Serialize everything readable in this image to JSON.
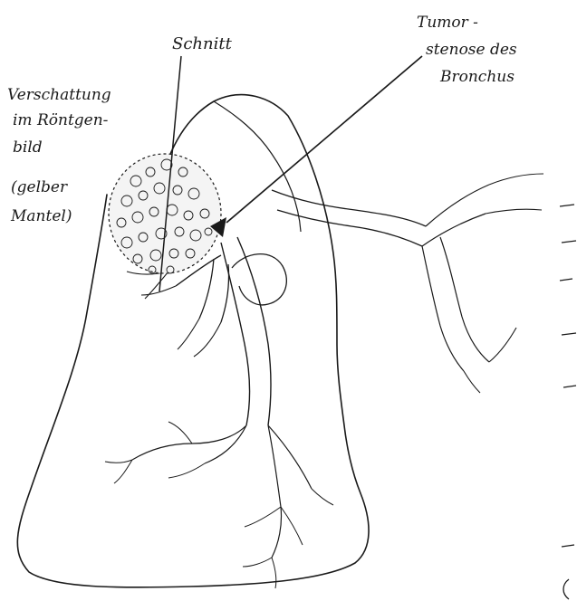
{
  "labels": {
    "schnitt": "Schnitt",
    "tumor_line1": "Tumor -",
    "tumor_line2": "stenose des",
    "tumor_line3": "Bronchus",
    "shadow_line1": "Verschattung",
    "shadow_line2": "im Röntgen-",
    "shadow_line3": "bild",
    "shadow_line4": "(gelber",
    "shadow_line5": "Mantel)"
  },
  "colors": {
    "ink": "#1a1a1a",
    "paper": "#ffffff"
  }
}
